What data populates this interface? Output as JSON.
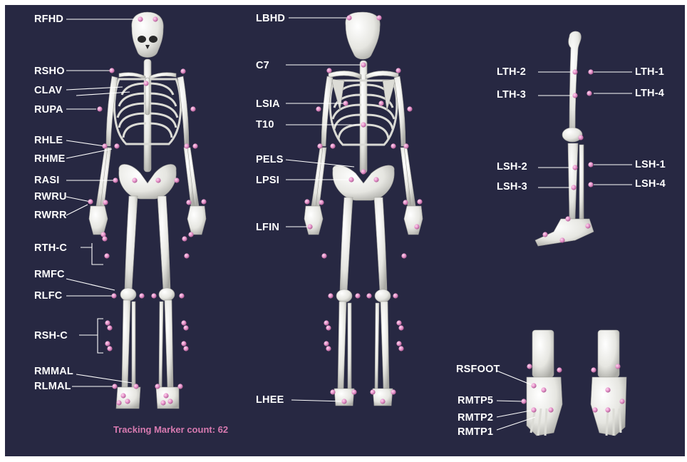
{
  "colors": {
    "background": "#272842",
    "bone": "#e9e9e4",
    "bone_shadow": "#b9b9b4",
    "marker": "#e48fc8",
    "line": "#ffffff",
    "count_text": "#d77ab0"
  },
  "labels": {
    "front": {
      "RFHD": "RFHD",
      "RSHO": "RSHO",
      "CLAV": "CLAV",
      "RUPA": "RUPA",
      "RHLE": "RHLE",
      "RHME": "RHME",
      "RASI": "RASI",
      "RWRU": "RWRU",
      "RWRR": "RWRR",
      "RTHC": "RTH-C",
      "RMFC": "RMFC",
      "RLFC": "RLFC",
      "RSHC": "RSH-C",
      "RMMAL": "RMMAL",
      "RLMAL": "RLMAL"
    },
    "back": {
      "LBHD": "LBHD",
      "C7": "C7",
      "LSIA": "LSIA",
      "T10": "T10",
      "PELS": "PELS",
      "LPSI": "LPSI",
      "LFIN": "LFIN",
      "LHEE": "LHEE"
    },
    "side": {
      "LTH2": "LTH-2",
      "LTH1": "LTH-1",
      "LTH3": "LTH-3",
      "LTH4": "LTH-4",
      "LSH2": "LSH-2",
      "LSH1": "LSH-1",
      "LSH3": "LSH-3",
      "LSH4": "LSH-4"
    },
    "foot": {
      "RSFOOT": "RSFOOT",
      "RMTP5": "RMTP5",
      "RMTP2": "RMTP2",
      "RMTP1": "RMTP1"
    }
  },
  "tracking_marker_count": "Tracking Marker count: 62"
}
